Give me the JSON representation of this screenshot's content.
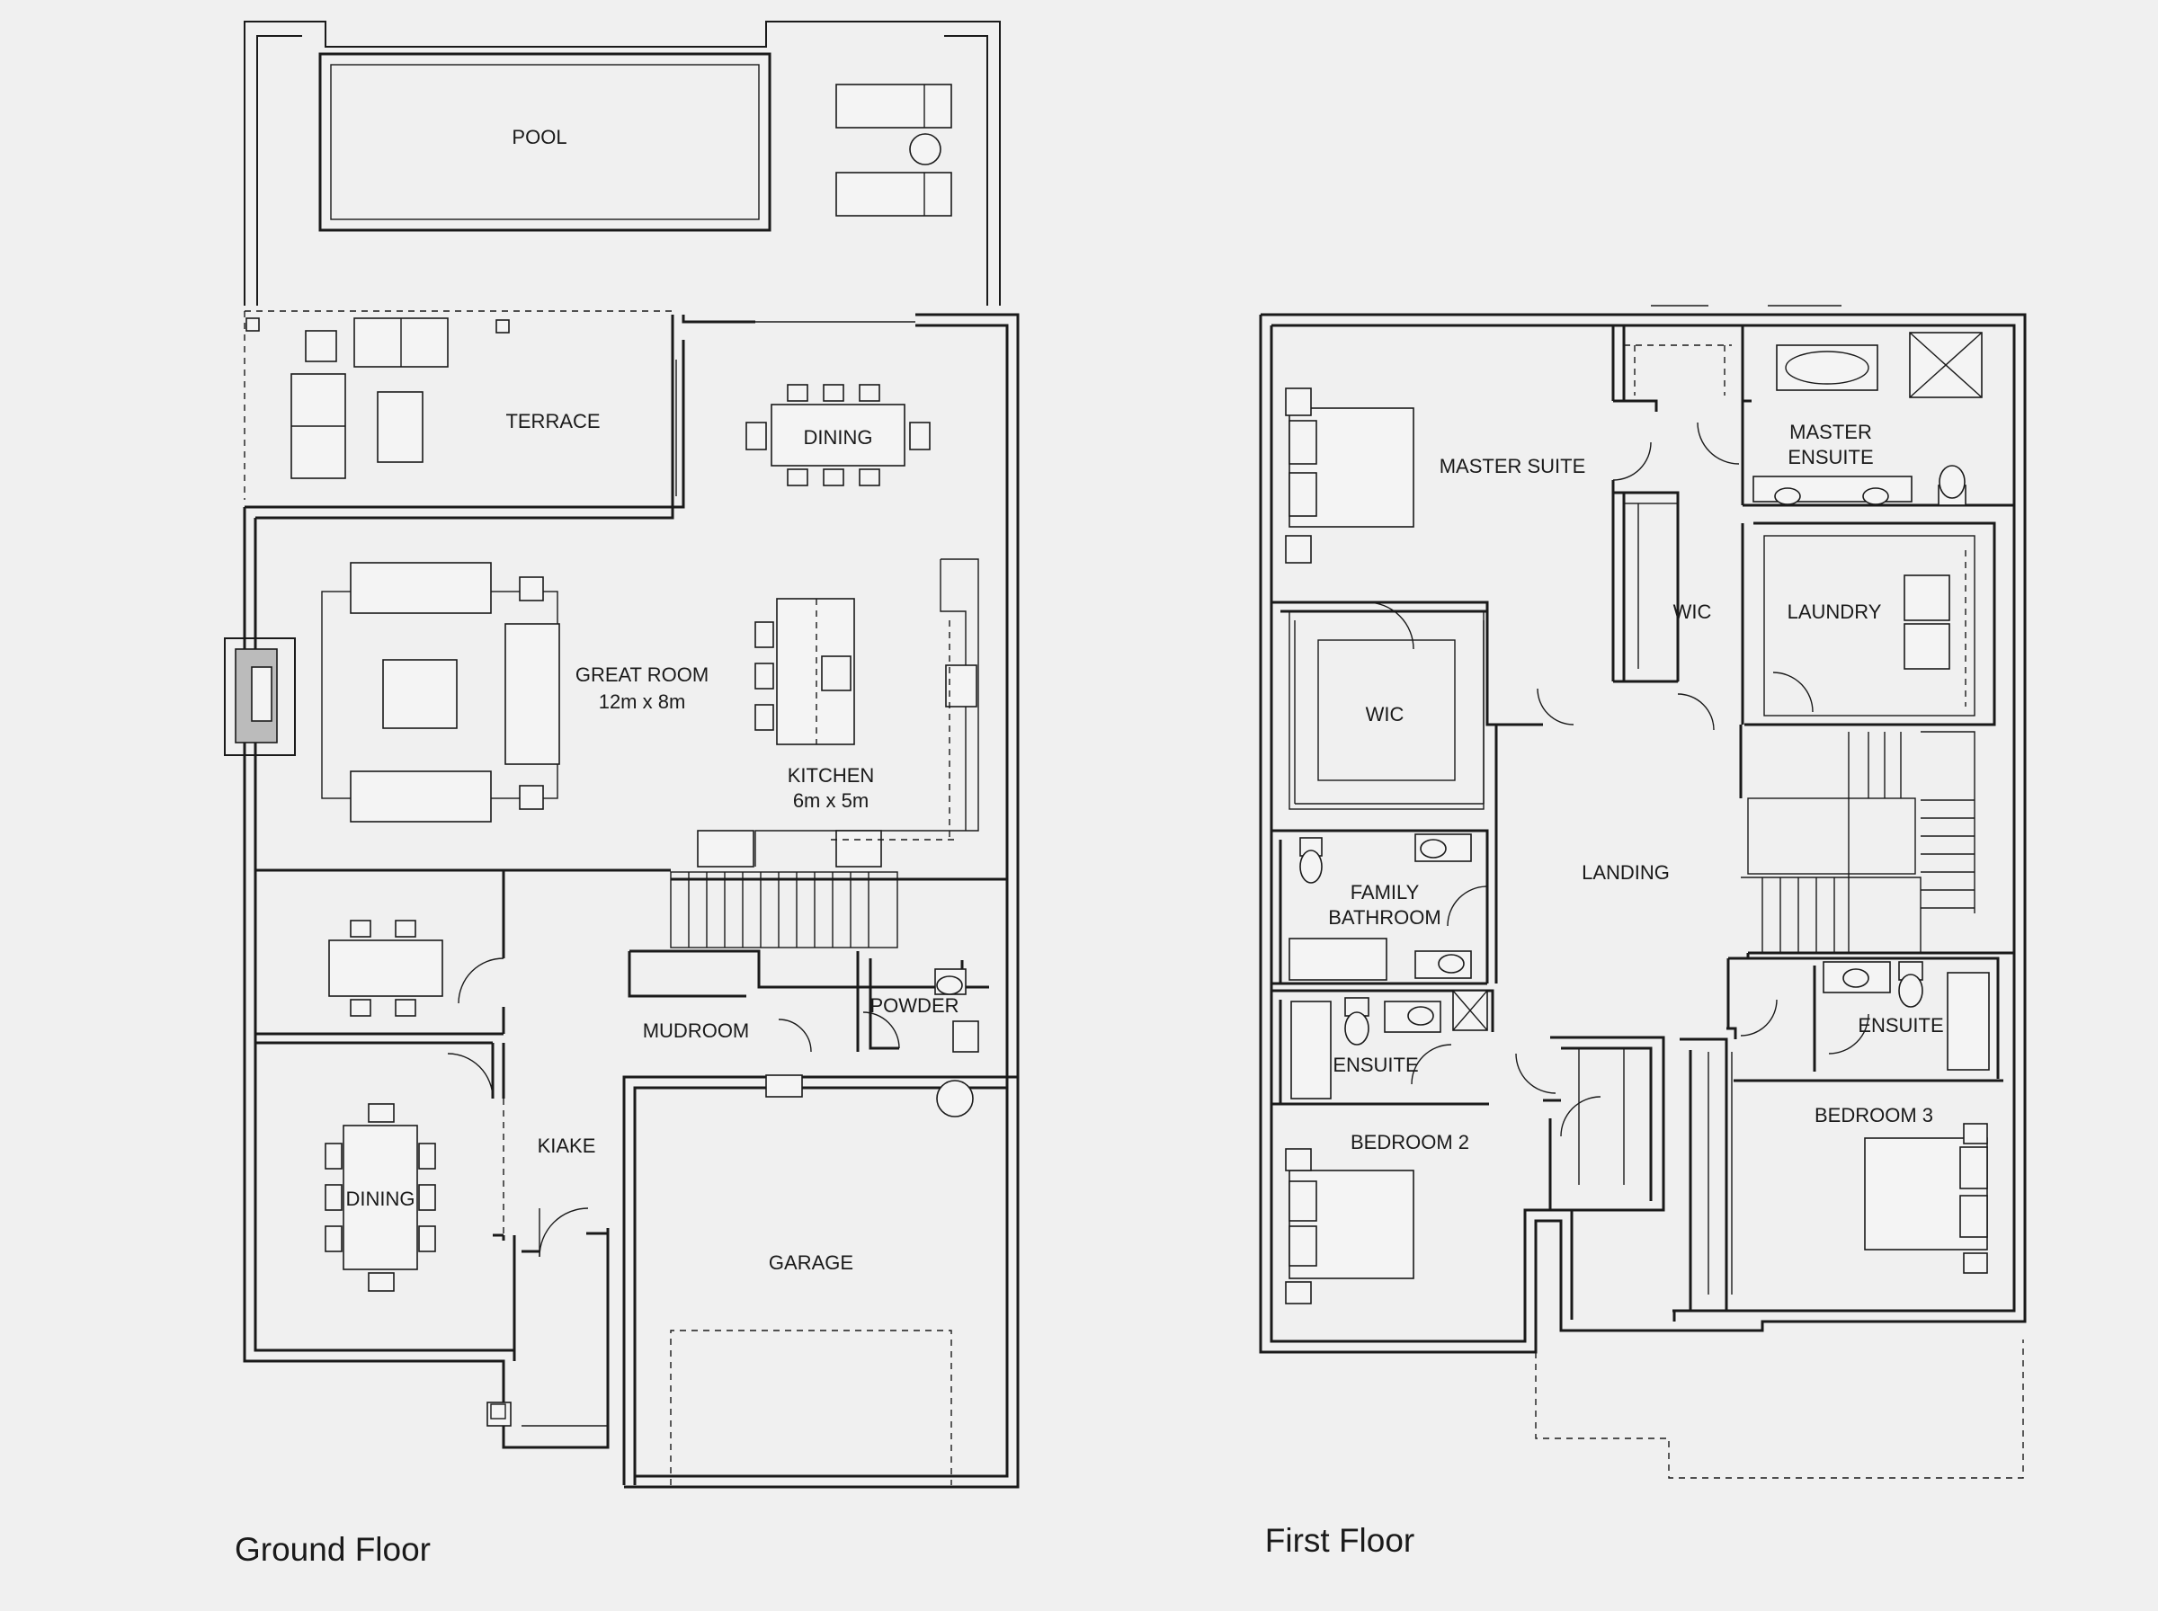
{
  "floors": [
    {
      "title": "Ground Floor",
      "rooms": {
        "pool": "POOL",
        "terrace": "TERRACE",
        "dining_upper": "DINING",
        "great_room": "GREAT ROOM",
        "great_room_size": "12m x 8m",
        "kitchen": "KITCHEN",
        "kitchen_size": "6m x 5m",
        "mudroom": "MUDROOM",
        "powder": "POWDER",
        "kiake": "KIAKE",
        "dining_lower": "DINING",
        "garage": "GARAGE"
      }
    },
    {
      "title": "First Floor",
      "rooms": {
        "master_suite": "MASTER SUITE",
        "master_ensuite_1": "MASTER",
        "master_ensuite_2": "ENSUITE",
        "wic_master": "WIC",
        "wic_center": "WIC",
        "laundry": "LAUNDRY",
        "landing": "LANDING",
        "family_bathroom_1": "FAMILY",
        "family_bathroom_2": "BATHROOM",
        "ensuite_left": "ENSUITE",
        "ensuite_right": "ENSUITE",
        "bedroom_2": "BEDROOM 2",
        "bedroom_3": "BEDROOM 3"
      }
    }
  ],
  "colors": {
    "background": "#f0f0f0",
    "line": "#1a1a1a"
  }
}
